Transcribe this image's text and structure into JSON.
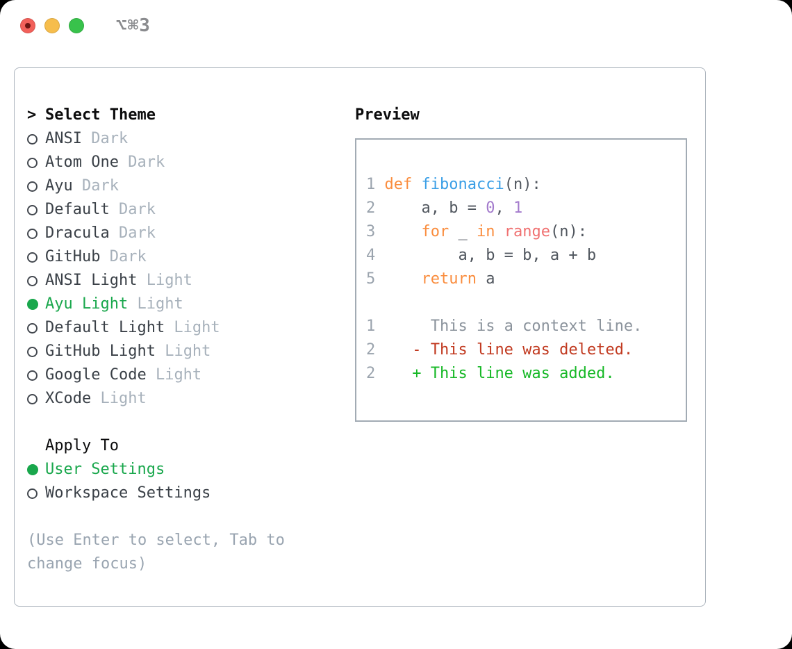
{
  "window": {
    "title": "⌥⌘3"
  },
  "theme_section": {
    "prompt": ">",
    "title": "Select Theme",
    "themes": [
      {
        "name": "ANSI",
        "variant": "Dark",
        "selected": false
      },
      {
        "name": "Atom One",
        "variant": "Dark",
        "selected": false
      },
      {
        "name": "Ayu",
        "variant": "Dark",
        "selected": false
      },
      {
        "name": "Default",
        "variant": "Dark",
        "selected": false
      },
      {
        "name": "Dracula",
        "variant": "Dark",
        "selected": false
      },
      {
        "name": "GitHub",
        "variant": "Dark",
        "selected": false
      },
      {
        "name": "ANSI Light",
        "variant": "Light",
        "selected": false
      },
      {
        "name": "Ayu Light",
        "variant": "Light",
        "selected": true
      },
      {
        "name": "Default Light",
        "variant": "Light",
        "selected": false
      },
      {
        "name": "GitHub Light",
        "variant": "Light",
        "selected": false
      },
      {
        "name": "Google Code",
        "variant": "Light",
        "selected": false
      },
      {
        "name": "XCode",
        "variant": "Light",
        "selected": false
      }
    ]
  },
  "apply_section": {
    "title": "Apply To",
    "options": [
      {
        "label": "User Settings",
        "selected": true
      },
      {
        "label": "Workspace Settings",
        "selected": false
      }
    ]
  },
  "help": "(Use Enter to select, Tab to change focus)",
  "preview": {
    "title": "Preview",
    "lines": [
      [
        [
          "1 ",
          "ln"
        ],
        [
          "def",
          "kw"
        ],
        [
          " ",
          "cd"
        ],
        [
          "fibonacci",
          "fn"
        ],
        [
          "(n):",
          "cd"
        ]
      ],
      [
        [
          "2 ",
          "ln"
        ],
        [
          "    a, b = ",
          "cd"
        ],
        [
          "0",
          "nm"
        ],
        [
          ", ",
          "cd"
        ],
        [
          "1",
          "nm"
        ]
      ],
      [
        [
          "3 ",
          "ln"
        ],
        [
          "    ",
          "cd"
        ],
        [
          "for",
          "kw"
        ],
        [
          " _ ",
          "cd"
        ],
        [
          "in",
          "kw"
        ],
        [
          " ",
          "cd"
        ],
        [
          "range",
          "rg"
        ],
        [
          "(n):",
          "cd"
        ]
      ],
      [
        [
          "4 ",
          "ln"
        ],
        [
          "        a, b = b, a + b",
          "cd"
        ]
      ],
      [
        [
          "5 ",
          "ln"
        ],
        [
          "    ",
          "cd"
        ],
        [
          "return",
          "kw"
        ],
        [
          " a",
          "cd"
        ]
      ],
      [],
      [
        [
          "1 ",
          "ln"
        ],
        [
          "     This is a context line.",
          "ctx"
        ]
      ],
      [
        [
          "2 ",
          "ln"
        ],
        [
          "   - This line was deleted.",
          "del"
        ]
      ],
      [
        [
          "2 ",
          "ln"
        ],
        [
          "   + This line was added.",
          "add"
        ]
      ]
    ]
  },
  "colors": {
    "red": "#f2605a",
    "redDot": "#6d1512",
    "yellow": "#f6bd4c",
    "green": "#38c24b",
    "titleGray": "#8a8b8e",
    "border": "#adb5be",
    "pborder": "#a2abb4",
    "item": "#3a4047",
    "radio": "#43484f",
    "variant": "#a7b1bb",
    "accent": "#19a74c",
    "help": "#99a4b0",
    "black": "#0c0c0d",
    "ln": "#9aa3ad",
    "kw": "#fa8d3e",
    "fn": "#399ee6",
    "nm": "#a37acc",
    "rg": "#f07171",
    "cd": "#50565e",
    "ctx": "#8b939c",
    "del": "#c1391f",
    "addc": "#16b826"
  }
}
